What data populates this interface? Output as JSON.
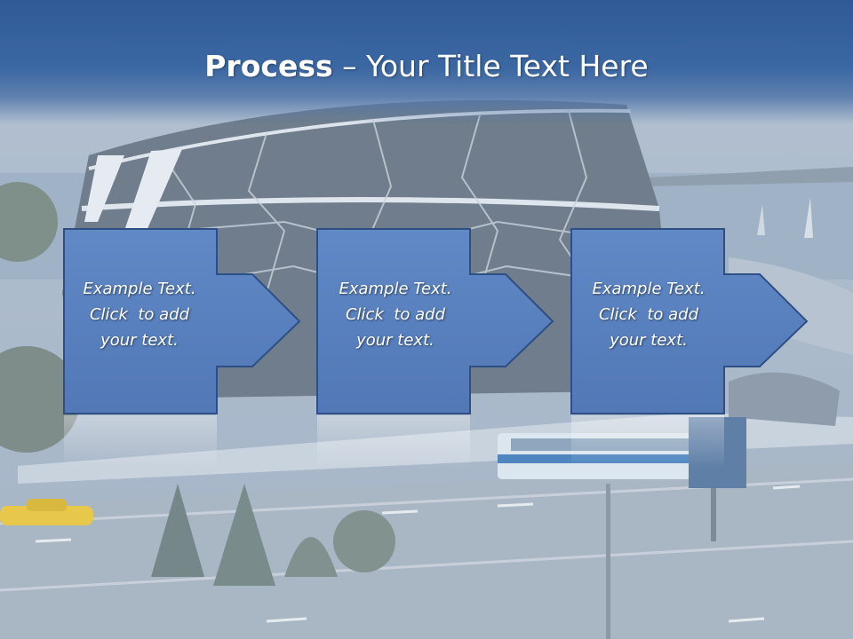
{
  "title": {
    "bold": "Process",
    "rest": " – Your Title Text Here"
  },
  "steps": [
    {
      "lines": [
        "Example Text.",
        "Click  to add",
        "your text."
      ]
    },
    {
      "lines": [
        "Example Text.",
        "Click  to add",
        "your text."
      ]
    },
    {
      "lines": [
        "Example Text.",
        "Click  to add",
        "your text."
      ]
    }
  ],
  "colors": {
    "title_band": "#3b67a3",
    "step_fill": "#5b83c2",
    "step_border": "#2d4f83"
  }
}
